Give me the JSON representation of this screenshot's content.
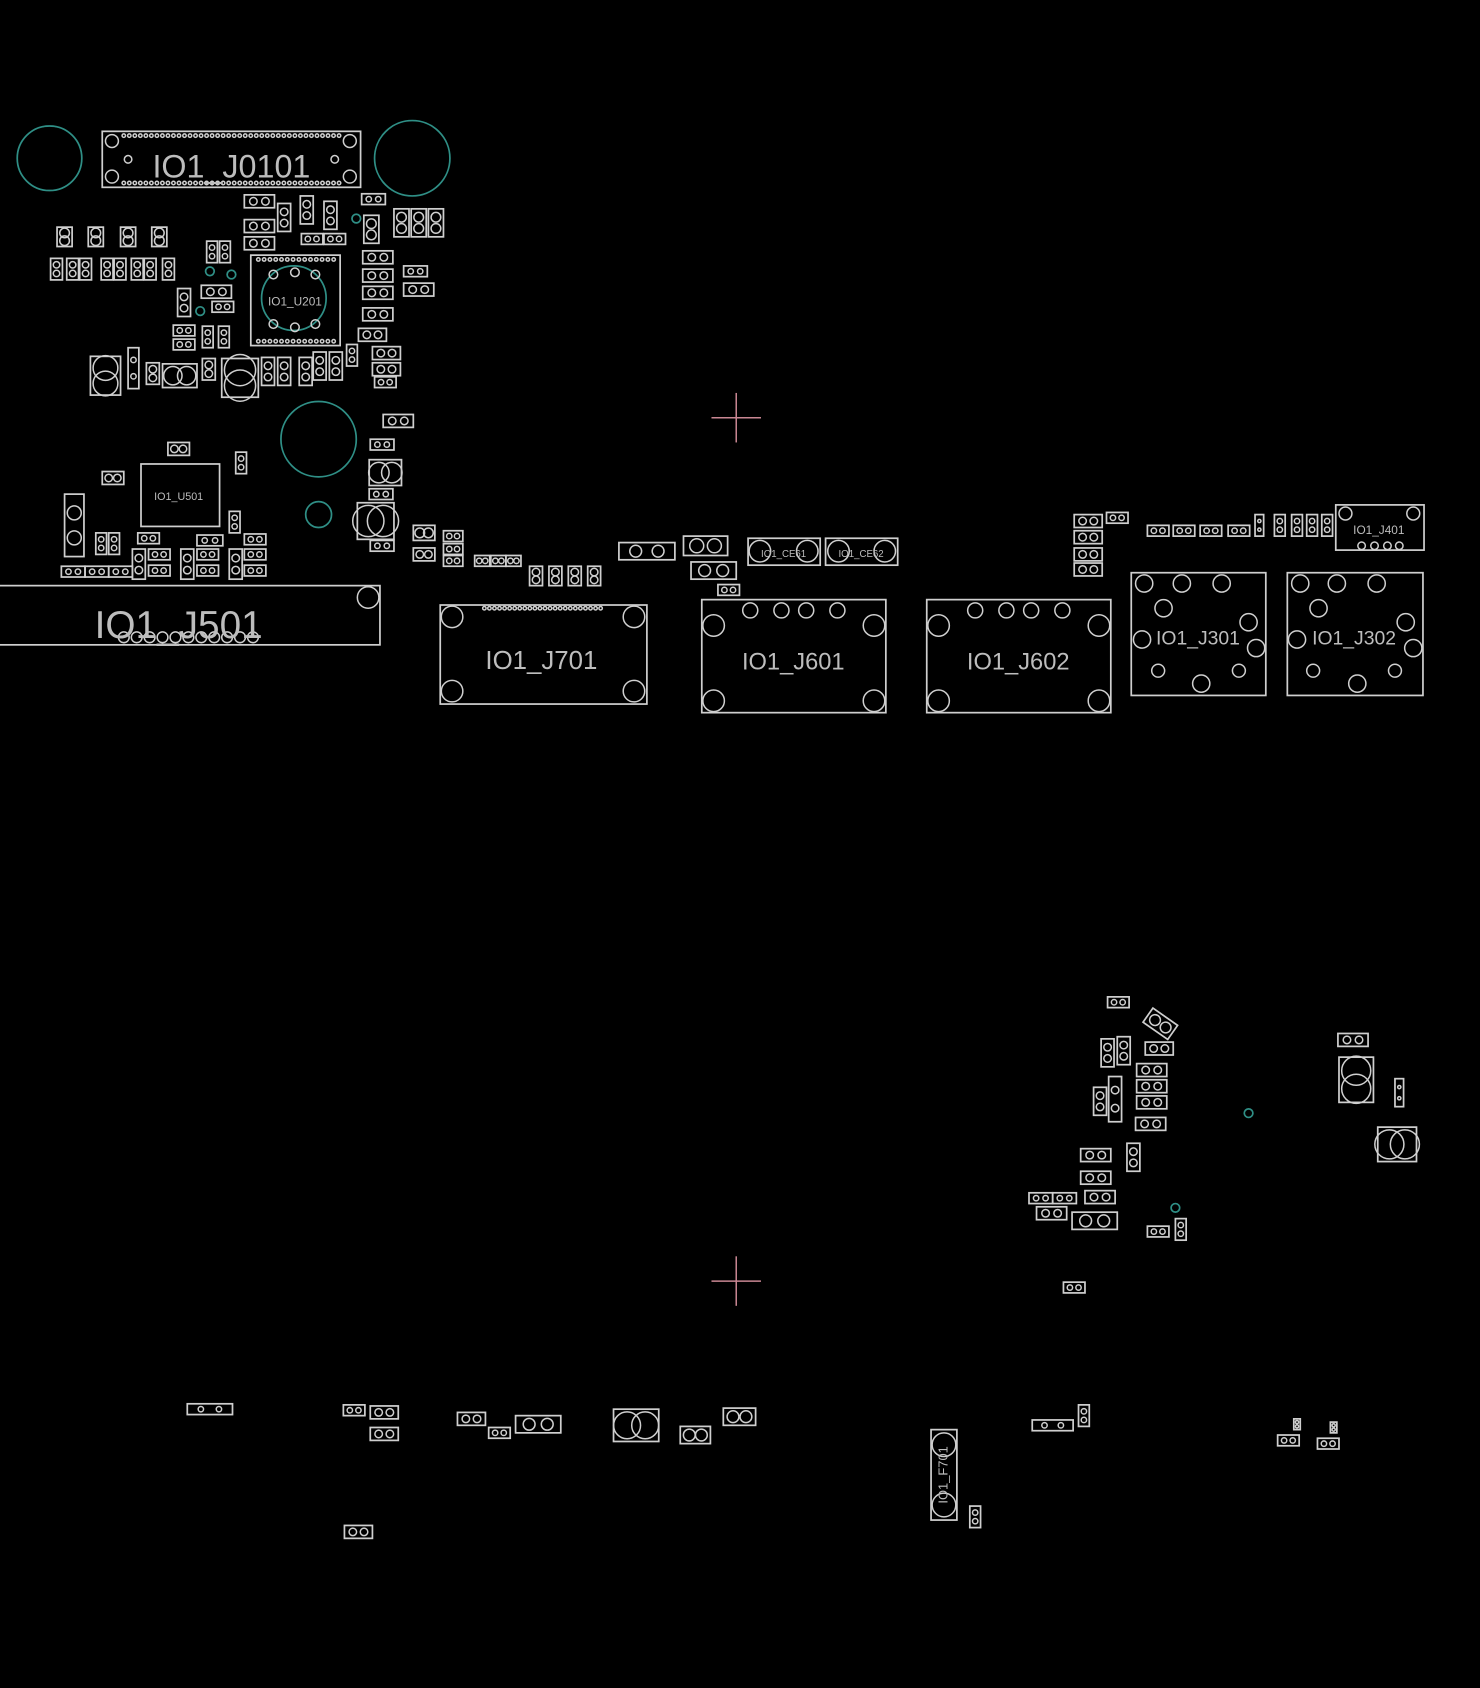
{
  "view": {
    "type": "pcb-boardview",
    "colors": {
      "background": "#000000",
      "outline": "#cfcfcf",
      "mounting_hole": "#2f8f86",
      "crosshair": "#c98793",
      "label": "#bdbdbd"
    }
  },
  "components": {
    "J0101": {
      "label": "IO1_J0101"
    },
    "U201": {
      "label": "IO1_U201"
    },
    "U501": {
      "label": "IO1_U501"
    },
    "J501": {
      "label": "IO1_J501"
    },
    "J701": {
      "label": "IO1_J701"
    },
    "J601": {
      "label": "IO1_J601"
    },
    "J602": {
      "label": "IO1_J602"
    },
    "J301": {
      "label": "IO1_J301"
    },
    "J302": {
      "label": "IO1_J302"
    },
    "J401": {
      "label": "IO1_J401"
    },
    "CE61": {
      "label": "IO1_CE61"
    },
    "CE62": {
      "label": "IO1_CE62"
    },
    "F701": {
      "label": "IO1_F701"
    }
  }
}
